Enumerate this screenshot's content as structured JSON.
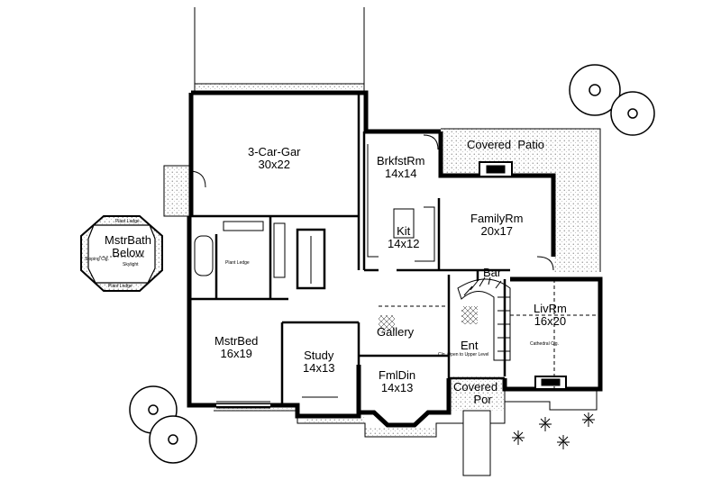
{
  "rooms": {
    "garage": {
      "name": "3-Car-Gar",
      "size": "30x22"
    },
    "breakfast": {
      "name": "BrkfstRm",
      "size": "14x14"
    },
    "patio": {
      "name": "Covered  Patio"
    },
    "family": {
      "name": "FamilyRm",
      "size": "20x17"
    },
    "kitchen": {
      "name": "Kit",
      "size": "14x12"
    },
    "mstrbath": {
      "name": "MstrBath",
      "note": "Below"
    },
    "bar": {
      "name": "Bar"
    },
    "living": {
      "name": "LivRm",
      "size": "16x20"
    },
    "gallery": {
      "name": "Gallery"
    },
    "mstrbed": {
      "name": "MstrBed",
      "size": "16x19"
    },
    "study": {
      "name": "Study",
      "size": "14x13"
    },
    "entry": {
      "name": "Ent"
    },
    "dining": {
      "name": "FmlDin",
      "size": "14x13"
    },
    "porch": {
      "name": "Covered",
      "name2": "Por"
    }
  },
  "notes": {
    "plant_ledge_1": "Plant Ledge",
    "plant_ledge_2": "Plant Ledge",
    "plant_ledge_3": "Plant Ledge",
    "sloping_clg": "Sloping Clg.",
    "skylight": "Skylight",
    "cathedral_clg": "Cathedral Clg.",
    "clg_open": "Clg. Open to Upper Level"
  },
  "colors": {
    "wall": "#000000",
    "hatch": "#555555",
    "background": "#ffffff"
  }
}
